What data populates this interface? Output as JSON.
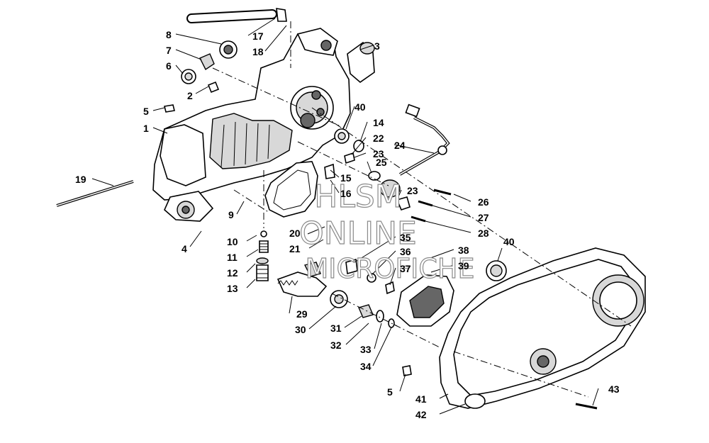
{
  "diagram": {
    "watermark": {
      "line1": "HLSM",
      "line2": "ONLINE",
      "line3": "MICROFICHE"
    },
    "callouts": [
      {
        "id": "c8",
        "text": "8"
      },
      {
        "id": "c7",
        "text": "7"
      },
      {
        "id": "c6",
        "text": "6"
      },
      {
        "id": "c2",
        "text": "2"
      },
      {
        "id": "c5a",
        "text": "5"
      },
      {
        "id": "c1",
        "text": "1"
      },
      {
        "id": "c19",
        "text": "19"
      },
      {
        "id": "c4",
        "text": "4"
      },
      {
        "id": "c9",
        "text": "9"
      },
      {
        "id": "c10",
        "text": "10"
      },
      {
        "id": "c11",
        "text": "11"
      },
      {
        "id": "c12",
        "text": "12"
      },
      {
        "id": "c13",
        "text": "13"
      },
      {
        "id": "c17",
        "text": "17"
      },
      {
        "id": "c18",
        "text": "18"
      },
      {
        "id": "c3",
        "text": "3"
      },
      {
        "id": "c40a",
        "text": "40"
      },
      {
        "id": "c14",
        "text": "14"
      },
      {
        "id": "c22",
        "text": "22"
      },
      {
        "id": "c23a",
        "text": "23"
      },
      {
        "id": "c24",
        "text": "24"
      },
      {
        "id": "c25",
        "text": "25"
      },
      {
        "id": "c15",
        "text": "15"
      },
      {
        "id": "c16",
        "text": "16"
      },
      {
        "id": "c23b",
        "text": "23"
      },
      {
        "id": "c26",
        "text": "26"
      },
      {
        "id": "c27",
        "text": "27"
      },
      {
        "id": "c28",
        "text": "28"
      },
      {
        "id": "c20",
        "text": "20"
      },
      {
        "id": "c21",
        "text": "21"
      },
      {
        "id": "c35",
        "text": "35"
      },
      {
        "id": "c36",
        "text": "36"
      },
      {
        "id": "c37",
        "text": "37"
      },
      {
        "id": "c38",
        "text": "38"
      },
      {
        "id": "c39",
        "text": "39"
      },
      {
        "id": "c40b",
        "text": "40"
      },
      {
        "id": "c29",
        "text": "29"
      },
      {
        "id": "c30",
        "text": "30"
      },
      {
        "id": "c31",
        "text": "31"
      },
      {
        "id": "c32",
        "text": "32"
      },
      {
        "id": "c33",
        "text": "33"
      },
      {
        "id": "c34",
        "text": "34"
      },
      {
        "id": "c5b",
        "text": "5"
      },
      {
        "id": "c41",
        "text": "41"
      },
      {
        "id": "c42",
        "text": "42"
      },
      {
        "id": "c43",
        "text": "43"
      }
    ]
  }
}
